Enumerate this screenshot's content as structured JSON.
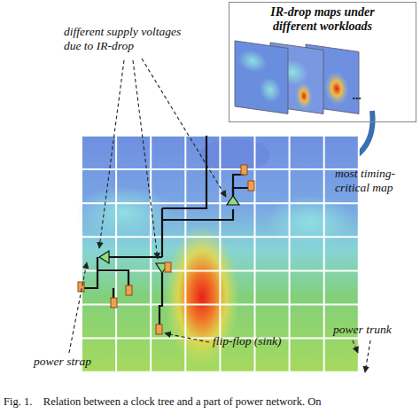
{
  "diagram": {
    "caption": "Fig. 1.    Relation between a clock tree and a part of power network. On",
    "nodes": [
      {
        "text": [
          "IR-drop maps under different workloads"
        ]
      }
    ],
    "labels": [
      "different supply voltages due to IR-drop",
      "most timing-critical map",
      "power trunk",
      "power strap",
      "flip-flop (sink)",
      "..."
    ]
  }
}
